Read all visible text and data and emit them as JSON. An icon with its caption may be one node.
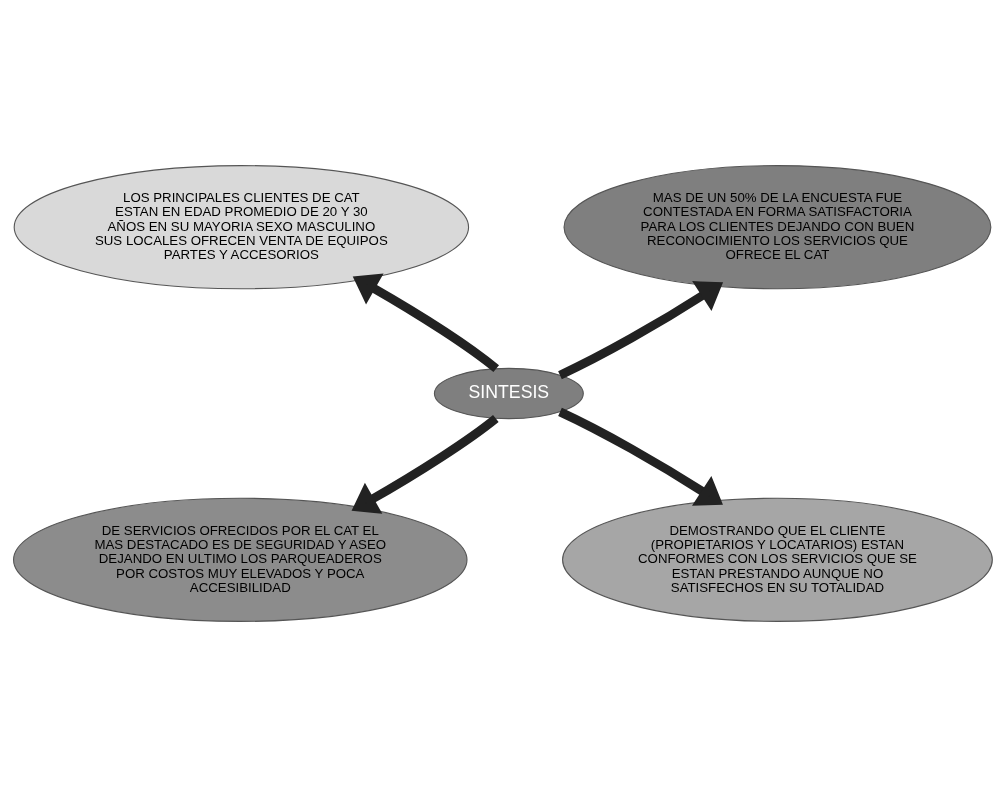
{
  "diagram": {
    "nodes": [
      {
        "text": [
          "LOS PRINCIPALES CLIENTES DE CAT ESTAN EN EDAD PROMEDIO DE 20 Y 30  AÑOS EN SU MAYORIA SEXO MASCULINO SUS LOCALES OFRECEN VENTA DE EQUIPOS PARTES Y ACCESORIOS"
        ]
      },
      {
        "text": [
          "MAS DE UN 50% DE LA ENCUESTA FUE CONTESTADA EN FORMA SATISFACTORIA PARA LOS CLIENTES DEJANDO CON BUEN RECONOCIMIENTO LOS SERVICIOS QUE OFRECE EL CAT"
        ]
      },
      {
        "text": [
          "SINTESIS"
        ]
      },
      {
        "text": [
          "DE SERVICIOS OFRECIDOS POR EL CAT EL MAS DESTACADO ES DE SEGURIDAD Y ASEO DEJANDO EN ULTIMO LOS PARQUEADEROS POR COSTOS MUY ELEVADOS Y POCA ACCESIBILIDAD"
        ]
      },
      {
        "text": [
          "DEMOSTRANDO QUE EL CLIENTE (PROPIETARIOS Y LOCATARIOS) ESTAN CONFORMES CON LOS SERVICIOS QUE SE ESTAN PRESTANDO AUNQUE NO SATISFECHOS EN SU TOTALIDAD"
        ]
      }
    ],
    "edges": [
      {
        "from": 2,
        "to": 0,
        "arrow": "to"
      },
      {
        "from": 2,
        "to": 1,
        "arrow": "to"
      },
      {
        "from": 2,
        "to": 3,
        "arrow": "to"
      },
      {
        "from": 2,
        "to": 4,
        "arrow": "to"
      }
    ]
  }
}
